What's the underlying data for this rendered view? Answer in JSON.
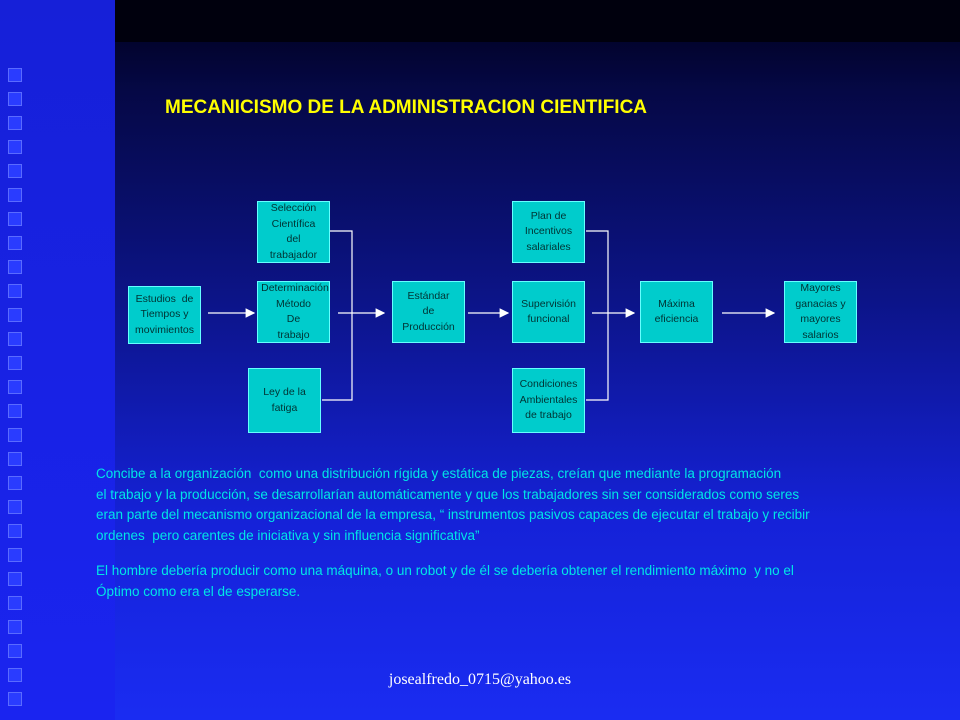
{
  "title": "MECANICISMO DE LA ADMINISTRACION CIENTIFICA",
  "diagram": {
    "boxes": {
      "estudios": "Estudios  de\nTiempos y\nmovimientos",
      "seleccion": "Selección\nCientífica\ndel\ntrabajador",
      "determinacion": " Determinación\nMétodo\nDe\ntrabajo",
      "ley": "Ley de la\nfatiga",
      "estandar": "Estándar\nde\nProducción",
      "plan": "Plan de\nIncentivos\nsalariales",
      "supervision": "Supervisión\nfuncional",
      "condiciones": "Condiciones\nAmbientales\nde trabajo",
      "maxima": "Máxima\neficiencia",
      "mayores": "Mayores\nganacias y\nmayores\nsalarios"
    },
    "colors": {
      "box_fill": "#00cccc",
      "box_text": "#003333",
      "lines": "#ffffff"
    }
  },
  "body": {
    "para1": "Concibe a la organización  como una distribución rígida y estática de piezas, creían que mediante la programación\nel trabajo y la producción, se desarrollarían automáticamente y que los trabajadores sin ser considerados como seres\neran parte del mecanismo organizacional de la empresa, “ instrumentos pasivos capaces de ejecutar el trabajo y recibir\nordenes  pero carentes de iniciativa y sin influencia significativa”",
    "para2": "El hombre debería producir como una máquina, o un robot y de él se debería obtener el rendimiento máximo  y no el\nÓptimo como era el de esperarse."
  },
  "footer": "josealfredo_0715@yahoo.es",
  "colors": {
    "title": "#ffff00",
    "body_text": "#00e6e6",
    "background": "#0c1488"
  }
}
